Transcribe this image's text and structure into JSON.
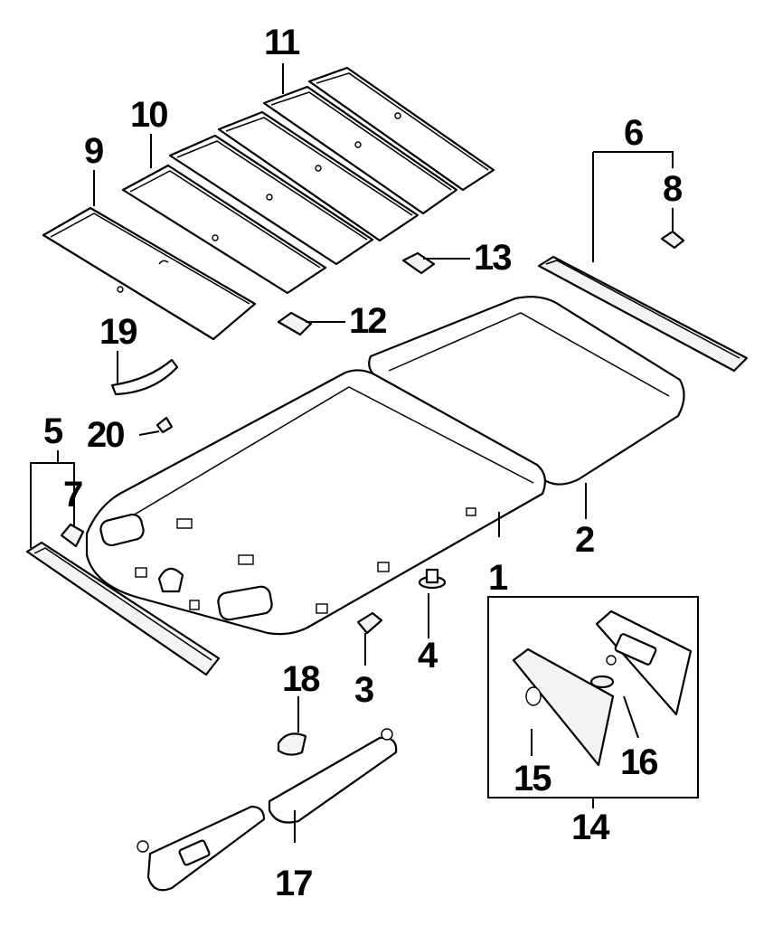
{
  "callouts": {
    "c1": "1",
    "c2": "2",
    "c3": "3",
    "c4": "4",
    "c5": "5",
    "c6": "6",
    "c7": "7",
    "c8": "8",
    "c9": "9",
    "c10": "10",
    "c11": "11",
    "c12": "12",
    "c13": "13",
    "c14": "14",
    "c15": "15",
    "c16": "16",
    "c17": "17",
    "c18": "18",
    "c19": "19",
    "c20": "20"
  },
  "colors": {
    "ink": "#000000",
    "paper": "#ffffff"
  }
}
